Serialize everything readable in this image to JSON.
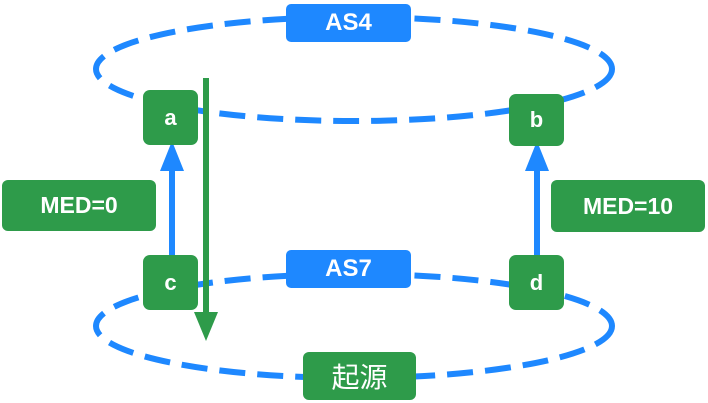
{
  "colors": {
    "blue": "#1e88ff",
    "green": "#2e9b4a",
    "background": "#ffffff",
    "text": "#ffffff"
  },
  "groups": {
    "upper_label": "AS4",
    "lower_label": "AS7"
  },
  "nodes": {
    "a": "a",
    "b": "b",
    "c": "c",
    "d": "d"
  },
  "attributes": {
    "left_med": "MED=0",
    "right_med": "MED=10"
  },
  "origin_label": "起源"
}
